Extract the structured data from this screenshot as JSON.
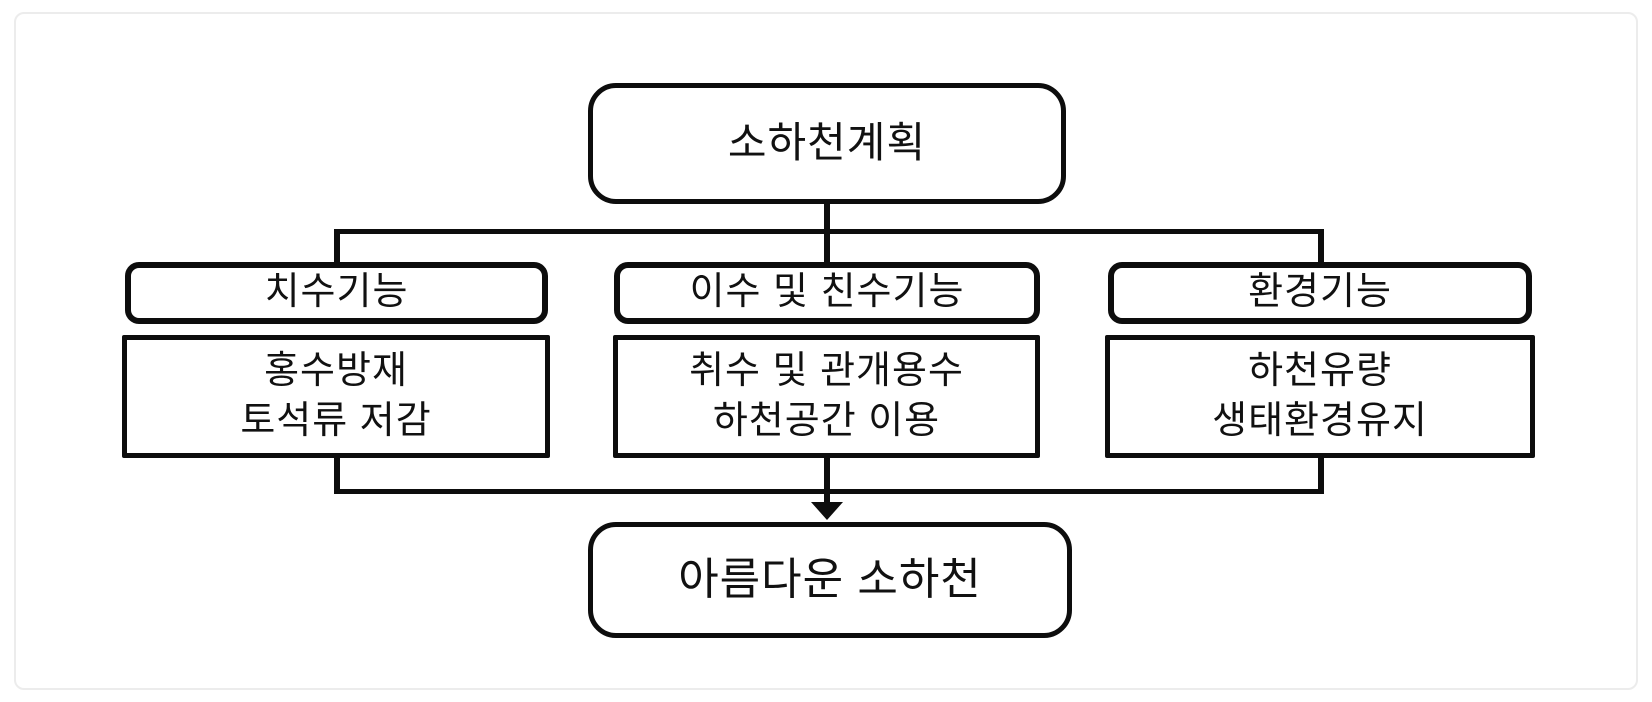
{
  "diagram": {
    "title": "소하천계획",
    "columns": [
      {
        "header": "치수기능",
        "line1": "홍수방재",
        "line2": "토석류 저감"
      },
      {
        "header": "이수 및 친수기능",
        "line1": "취수 및 관개용수",
        "line2": "하천공간 이용"
      },
      {
        "header": "환경기능",
        "line1": "하천유량",
        "line2": "생태환경유지"
      }
    ],
    "result": "아름다운 소하천"
  },
  "colors": {
    "stroke": "#0d0d0d",
    "background": "#ffffff",
    "card_border": "#ececec",
    "text": "#111111"
  }
}
